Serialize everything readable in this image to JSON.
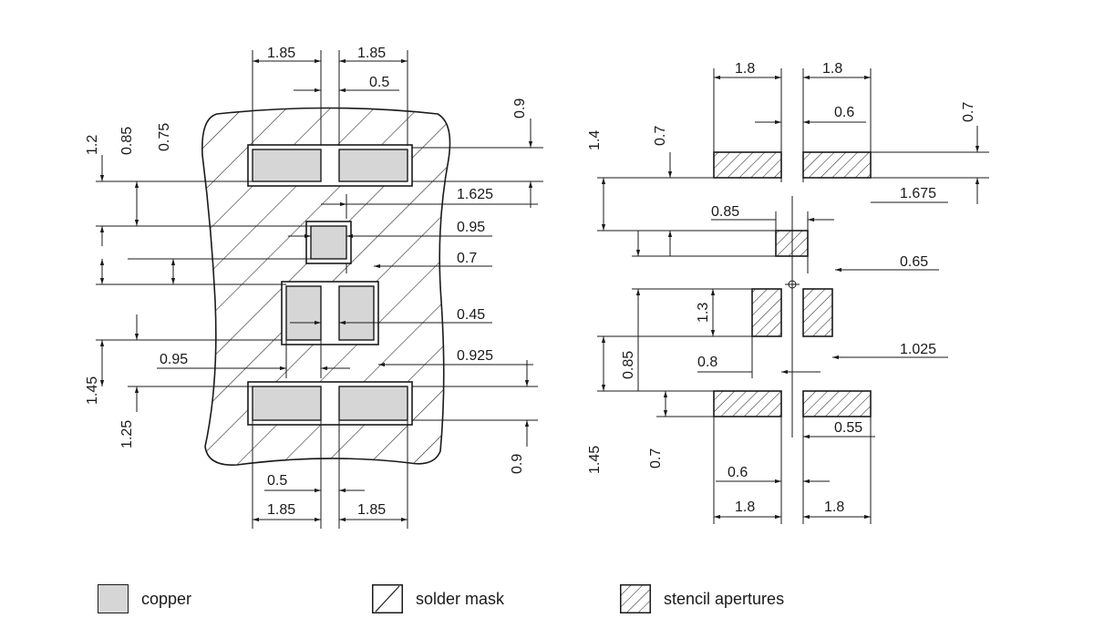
{
  "colors": {
    "copper": "#d6d6d6",
    "line": "#1a1a1a",
    "background": "#ffffff"
  },
  "left_view": {
    "dimensions": {
      "top_width_left": "1.85",
      "top_width_right": "1.85",
      "top_gap": "0.5",
      "top_right_vertical": "0.9",
      "left_outer_vertical": "1.2",
      "left_second_vertical": "0.85",
      "left_third_vertical": "0.75",
      "pad_offset_1": "1.625",
      "small_pad_width": "0.95",
      "small_pad_offset": "0.7",
      "center_gap": "0.45",
      "center_offset": "0.925",
      "center_pad_width": "0.95",
      "left_bottom_vertical_outer": "1.45",
      "left_bottom_vertical_inner": "1.25",
      "bottom_right_vertical": "0.9",
      "bottom_gap": "0.5",
      "bottom_width_left": "1.85",
      "bottom_width_right": "1.85"
    }
  },
  "right_view": {
    "dimensions": {
      "top_width_left": "1.8",
      "top_width_right": "1.8",
      "top_gap": "0.6",
      "top_right_vertical": "0.7",
      "left_outer_vertical": "1.4",
      "left_inner_vertical": "0.7",
      "pad_offset_1": "1.675",
      "small_pad_width": "0.85",
      "small_pad_offset": "0.65",
      "center_height": "1.3",
      "center_offset": "1.025",
      "center_width": "0.8",
      "left_mid_vertical": "0.85",
      "left_bottom_vertical_outer": "1.45",
      "left_bottom_vertical_inner": "0.7",
      "bottom_offset": "0.55",
      "bottom_gap": "0.6",
      "bottom_width_left": "1.8",
      "bottom_width_right": "1.8"
    }
  },
  "legend": {
    "copper": "copper",
    "solder_mask": "solder mask",
    "stencil": "stencil apertures"
  }
}
